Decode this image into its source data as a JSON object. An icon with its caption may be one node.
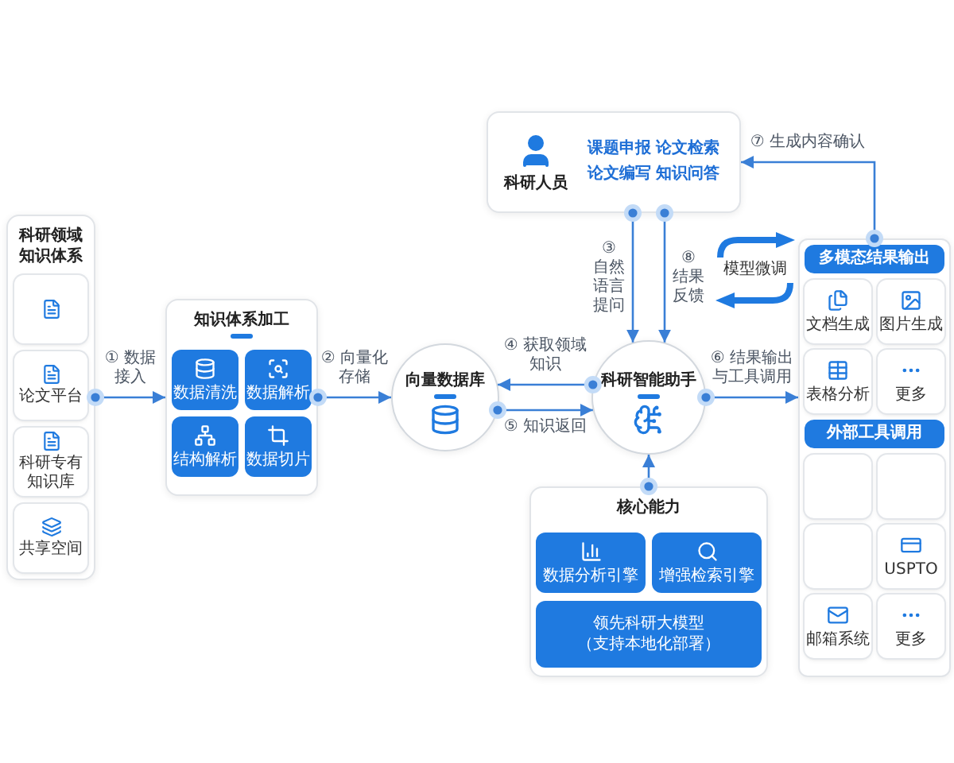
{
  "diagram": {
    "nodes": [
      {
        "text": [
          "科研领域知识体系"
        ]
      },
      {
        "text": [],
        "shape": "box",
        "in": 0
      },
      {
        "text": [
          "论文平台"
        ],
        "in": 0
      },
      {
        "text": [
          "科研专有知识库"
        ],
        "in": 0
      },
      {
        "text": [
          "共享空间"
        ],
        "in": 0
      },
      {
        "text": [
          "知识体系加工"
        ]
      },
      {
        "text": [
          "数据清洗"
        ],
        "in": 5
      },
      {
        "text": [
          "数据解析"
        ],
        "in": 5
      },
      {
        "text": [
          "结构解析"
        ],
        "in": 5
      },
      {
        "text": [
          "数据切片"
        ],
        "in": 5
      },
      {
        "text": [
          "向量数据库"
        ]
      },
      {
        "text": [
          "科研人员",
          "课题申报 论文检索论文编写 知识问答"
        ]
      },
      {
        "text": [
          "科研智能助手"
        ]
      },
      {
        "text": [
          "核心能力"
        ]
      },
      {
        "text": [
          "数据分析引擎"
        ],
        "in": 13
      },
      {
        "text": [
          "增强检索引擎"
        ],
        "in": 13
      },
      {
        "text": [
          "领先科研大模型",
          "（支持本地化部署）"
        ],
        "in": 13
      },
      {
        "text": [],
        "shape": "box"
      },
      {
        "text": [
          "多模态结果输出"
        ],
        "in": 17
      },
      {
        "text": [
          "文档生成"
        ],
        "in": 17
      },
      {
        "text": [
          "图片生成"
        ],
        "in": 17
      },
      {
        "text": [
          "表格分析"
        ],
        "in": 17
      },
      {
        "text": [
          "更多"
        ],
        "in": 17
      },
      {
        "text": [
          "外部工具调用"
        ],
        "in": 17
      },
      {
        "text": [],
        "shape": "box",
        "in": 17
      },
      {
        "text": [],
        "shape": "box",
        "in": 17
      },
      {
        "text": [],
        "shape": "box",
        "in": 17
      },
      {
        "text": [
          "USPTO"
        ],
        "in": 17
      },
      {
        "text": [
          "邮箱系统"
        ],
        "in": 17
      },
      {
        "text": [
          "更多"
        ],
        "in": 17
      }
    ],
    "edges": [
      {
        "from": 0,
        "to": 5,
        "arrow": "to",
        "label": "① 数据接入"
      },
      {
        "from": 5,
        "to": 10,
        "arrow": "to",
        "label": "② 向量化存储"
      },
      {
        "from": 11,
        "to": 12,
        "arrow": "to",
        "label": "③ 自然语言提问"
      },
      {
        "from": 11,
        "to": 12,
        "arrow": "to",
        "label": "⑧ 结果反馈"
      },
      {
        "from": 12,
        "to": 10,
        "arrow": "to",
        "label": "④ 获取领域知识"
      },
      {
        "from": 10,
        "to": 12,
        "arrow": "to",
        "label": "⑤ 知识返回"
      },
      {
        "from": 12,
        "to": 17,
        "arrow": "to",
        "label": "⑥ 结果输出与工具调用"
      },
      {
        "from": 17,
        "to": 11,
        "arrow": "to",
        "label": "⑦ 生成内容确认"
      },
      {
        "from": 13,
        "to": 12,
        "arrow": "to"
      }
    ],
    "labels": [
      "模型微调"
    ]
  }
}
